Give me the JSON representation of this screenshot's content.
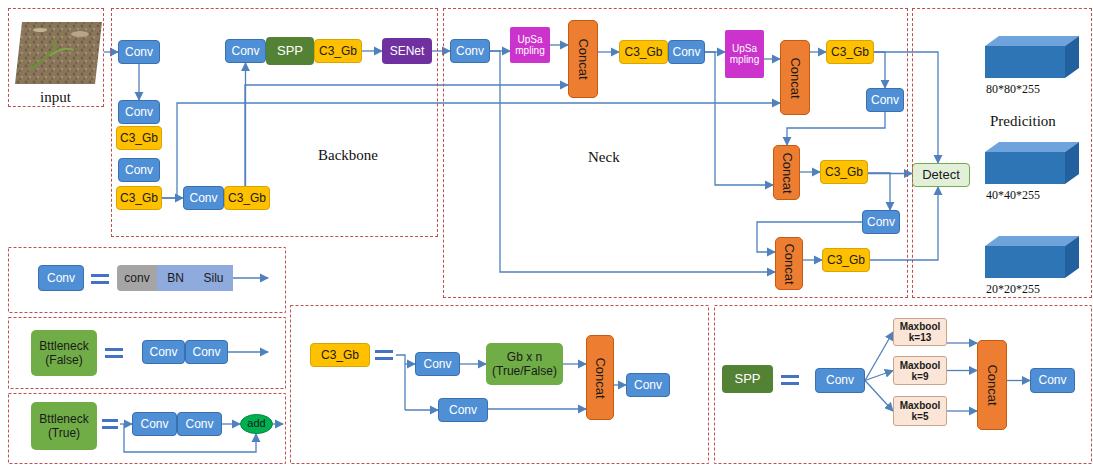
{
  "diagram": {
    "nodes": [
      {
        "text": [
          "input"
        ]
      },
      {
        "text": [
          "Backbone"
        ]
      },
      {
        "text": [
          "Conv"
        ],
        "in": 1
      },
      {
        "text": [
          "Conv"
        ],
        "in": 1
      },
      {
        "text": [
          "C3_Gb"
        ],
        "in": 1
      },
      {
        "text": [
          "Conv"
        ],
        "in": 1
      },
      {
        "text": [
          "C3_Gb"
        ],
        "in": 1
      },
      {
        "text": [
          "Conv"
        ],
        "in": 1
      },
      {
        "text": [
          "C3_Gb"
        ],
        "in": 1
      },
      {
        "text": [
          "Conv"
        ],
        "in": 1
      },
      {
        "text": [
          "SPP"
        ],
        "in": 1
      },
      {
        "text": [
          "C3_Gb"
        ],
        "in": 1
      },
      {
        "text": [
          "SENet"
        ],
        "in": 1
      },
      {
        "text": [
          "Neck"
        ]
      },
      {
        "text": [
          "Conv"
        ],
        "in": 13
      },
      {
        "text": [
          "UpSa mpling"
        ],
        "in": 13
      },
      {
        "text": [
          "Concat"
        ],
        "in": 13
      },
      {
        "text": [
          "C3_Gb"
        ],
        "in": 13
      },
      {
        "text": [
          "Conv"
        ],
        "in": 13
      },
      {
        "text": [
          "UpSa mpling"
        ],
        "in": 13
      },
      {
        "text": [
          "Concat"
        ],
        "in": 13
      },
      {
        "text": [
          "C3_Gb"
        ],
        "in": 13
      },
      {
        "text": [
          "Conv"
        ],
        "in": 13
      },
      {
        "text": [
          "Concat"
        ],
        "in": 13
      },
      {
        "text": [
          "C3_Gb"
        ],
        "in": 13
      },
      {
        "text": [
          "Conv"
        ],
        "in": 13
      },
      {
        "text": [
          "Concat"
        ],
        "in": 13
      },
      {
        "text": [
          "C3_Gb"
        ],
        "in": 13
      },
      {
        "text": [
          "Detect"
        ]
      },
      {
        "text": [
          "Predicition"
        ]
      },
      {
        "text": [
          "Conv"
        ]
      },
      {
        "text": [
          "conv"
        ]
      },
      {
        "text": [
          "BN"
        ]
      },
      {
        "text": [
          "Silu"
        ]
      },
      {
        "text": [
          "Bttleneck (False)"
        ]
      },
      {
        "text": [
          "Conv"
        ]
      },
      {
        "text": [
          "Conv"
        ]
      },
      {
        "text": [
          "Bttleneck (True)"
        ]
      },
      {
        "text": [
          "Conv"
        ]
      },
      {
        "text": [
          "Conv"
        ]
      },
      {
        "text": [
          "add"
        ]
      },
      {
        "text": [
          "C3_Gb"
        ]
      },
      {
        "text": [
          "Conv"
        ]
      },
      {
        "text": [
          "Gb x n (True/False)"
        ]
      },
      {
        "text": [
          "Conv"
        ]
      },
      {
        "text": [
          "Concat"
        ]
      },
      {
        "text": [
          "Conv"
        ]
      },
      {
        "text": [
          "SPP"
        ]
      },
      {
        "text": [
          "Conv"
        ]
      },
      {
        "text": [
          "Maxbool k=13"
        ]
      },
      {
        "text": [
          "Maxbool k=9"
        ]
      },
      {
        "text": [
          "Maxbool k=5"
        ]
      },
      {
        "text": [
          "Concat"
        ]
      },
      {
        "text": [
          "Conv"
        ]
      }
    ],
    "edges": [
      {
        "from": 0,
        "to": 2,
        "arrow": "to"
      },
      {
        "from": 2,
        "to": 3,
        "arrow": "to"
      },
      {
        "from": 6,
        "to": 7,
        "arrow": "to"
      },
      {
        "from": 8,
        "to": 9,
        "arrow": "to"
      },
      {
        "from": 11,
        "to": 12,
        "arrow": "to"
      },
      {
        "from": 12,
        "to": 14,
        "arrow": "to"
      },
      {
        "from": 14,
        "to": 15,
        "arrow": "to"
      },
      {
        "from": 15,
        "to": 16,
        "arrow": "to"
      },
      {
        "from": 16,
        "to": 17,
        "arrow": "to"
      },
      {
        "from": 18,
        "to": 19,
        "arrow": "to"
      },
      {
        "from": 19,
        "to": 20,
        "arrow": "to"
      },
      {
        "from": 20,
        "to": 21,
        "arrow": "to"
      },
      {
        "from": 21,
        "to": 22,
        "arrow": "to"
      },
      {
        "from": 21,
        "to": 28,
        "arrow": "to"
      },
      {
        "from": 22,
        "to": 23,
        "arrow": "to"
      },
      {
        "from": 18,
        "to": 23,
        "arrow": "to"
      },
      {
        "from": 23,
        "to": 24,
        "arrow": "to"
      },
      {
        "from": 24,
        "to": 28,
        "arrow": "to"
      },
      {
        "from": 24,
        "to": 25,
        "arrow": "to"
      },
      {
        "from": 25,
        "to": 26,
        "arrow": "to"
      },
      {
        "from": 14,
        "to": 26,
        "arrow": "to"
      },
      {
        "from": 26,
        "to": 27,
        "arrow": "to"
      },
      {
        "from": 27,
        "to": 28,
        "arrow": "to"
      },
      {
        "from": 8,
        "to": 16,
        "arrow": "to"
      },
      {
        "from": 6,
        "to": 20,
        "arrow": "to"
      },
      {
        "from": 39,
        "to": 40,
        "arrow": "to"
      },
      {
        "from": 42,
        "to": 43,
        "arrow": "to"
      },
      {
        "from": 43,
        "to": 45,
        "arrow": "to"
      },
      {
        "from": 44,
        "to": 45,
        "arrow": "to"
      },
      {
        "from": 45,
        "to": 46,
        "arrow": "to"
      },
      {
        "from": 48,
        "to": 49,
        "arrow": "to"
      },
      {
        "from": 48,
        "to": 50,
        "arrow": "to"
      },
      {
        "from": 48,
        "to": 51,
        "arrow": "to"
      },
      {
        "from": 49,
        "to": 52,
        "arrow": "to"
      },
      {
        "from": 50,
        "to": 52,
        "arrow": "to"
      },
      {
        "from": 51,
        "to": 52,
        "arrow": "to"
      },
      {
        "from": 52,
        "to": 53,
        "arrow": "to"
      }
    ],
    "labels": [
      "80*80*255",
      "40*40*255",
      "20*20*255"
    ]
  }
}
